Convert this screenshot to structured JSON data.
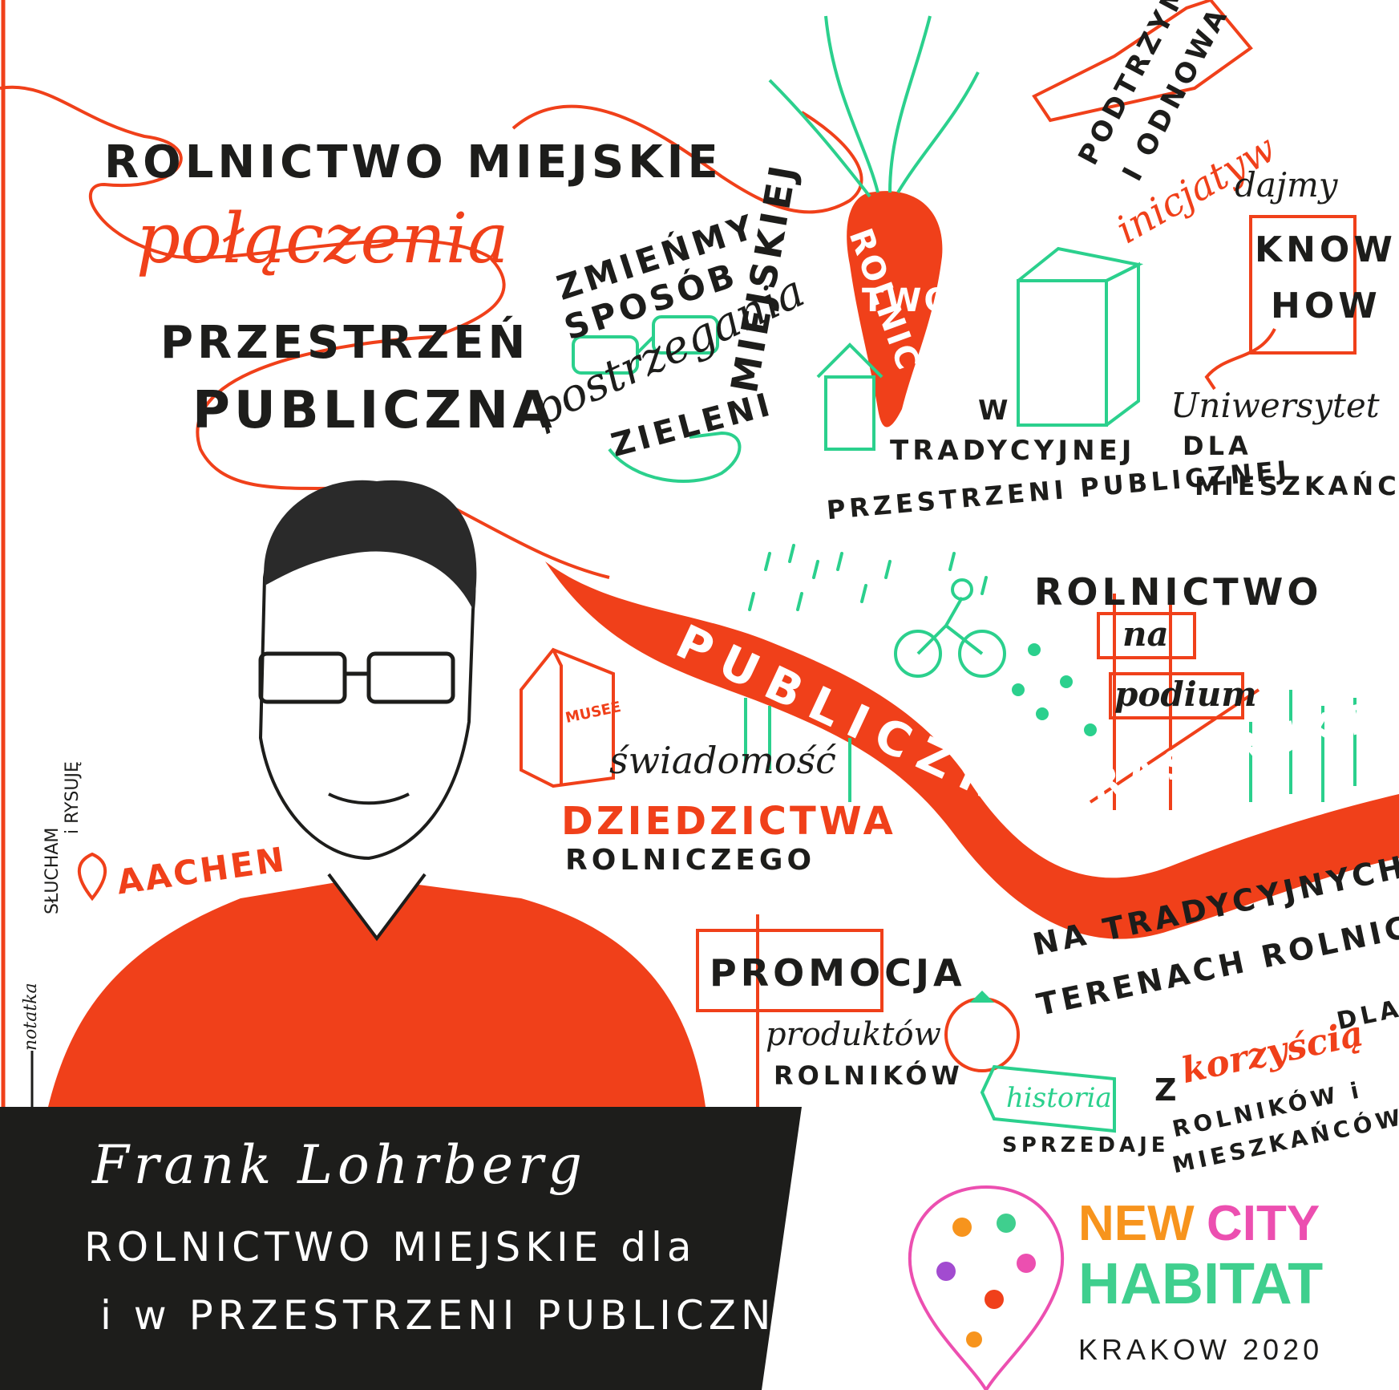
{
  "colors": {
    "accent_red": "#f0401a",
    "accent_green": "#2bd08d",
    "ink": "#1d1d1b",
    "banner": "#1d1d1b",
    "logo_orange": "#f7941d",
    "logo_pink": "#ec4fb0",
    "logo_green": "#3fcf8e"
  },
  "headline": {
    "line1": "ROLNICTWO MIEJSKIE",
    "line2": "połączenia",
    "line3": "PRZESTRZEŃ",
    "line4": "PUBLICZNA"
  },
  "perception": {
    "line1": "ZMIEŃMY",
    "line2": "SPOSÓB",
    "line3": "postrzegania",
    "line4": "ZIELENI",
    "line5": "MIEJSKIEJ"
  },
  "carrot": {
    "word1": "ROLNIC",
    "word2": "TWO",
    "sub1": "W",
    "sub2": "TRADYCYJNEJ",
    "sub3": "PRZESTRZENI PUBLICZNEJ"
  },
  "support": {
    "line1": "PODTRZYMYWANIE",
    "line2": "I ODNOWA",
    "line3": "inicjatyw"
  },
  "knowhow": {
    "line1": "dajmy",
    "line2": "KNOW",
    "line3": "HOW",
    "line4": "Uniwersytet",
    "line5": "DLA",
    "line6": "MIESZKAŃCÓW"
  },
  "river": {
    "word1": "PUBLICZNA",
    "word2": "INFRASTRUKTURA"
  },
  "podium": {
    "line1": "ROLNICTWO",
    "line2": "na",
    "line3": "podium"
  },
  "museum": {
    "sign": "MUSEE",
    "line1": "świadomość",
    "line2": "DZIEDZICTWA",
    "line3": "ROLNICZEGO"
  },
  "location": {
    "city": "AACHEN"
  },
  "side_note": {
    "line1": "SŁUCHAM",
    "line2": "i RYSUJĘ",
    "line3": "notatka"
  },
  "traditional": {
    "line1": "NA TRADYCYJNYCH",
    "line2": "TERENACH ROLNICZYCH"
  },
  "promo": {
    "sign": "PROMOCJA",
    "line1": "produktów",
    "line2": "ROLNIKÓW"
  },
  "history": {
    "tag": "historia",
    "line1": "SPRZEDAJE"
  },
  "benefit": {
    "line1": "Z",
    "line2": "korzyścią",
    "line3": "DLA",
    "line4": "ROLNIKÓW i",
    "line5": "MIESZKAŃCÓW"
  },
  "speaker": {
    "name": "Frank Lohrberg",
    "talk_line1": "ROLNICTWO MIEJSKIE dla",
    "talk_line2": "i w PRZESTRZENI PUBLICZNEJ"
  },
  "logo": {
    "word1": "NEW",
    "word2": "CITY",
    "word3": "HABITAT",
    "word4": "KRAKOW 2020"
  }
}
